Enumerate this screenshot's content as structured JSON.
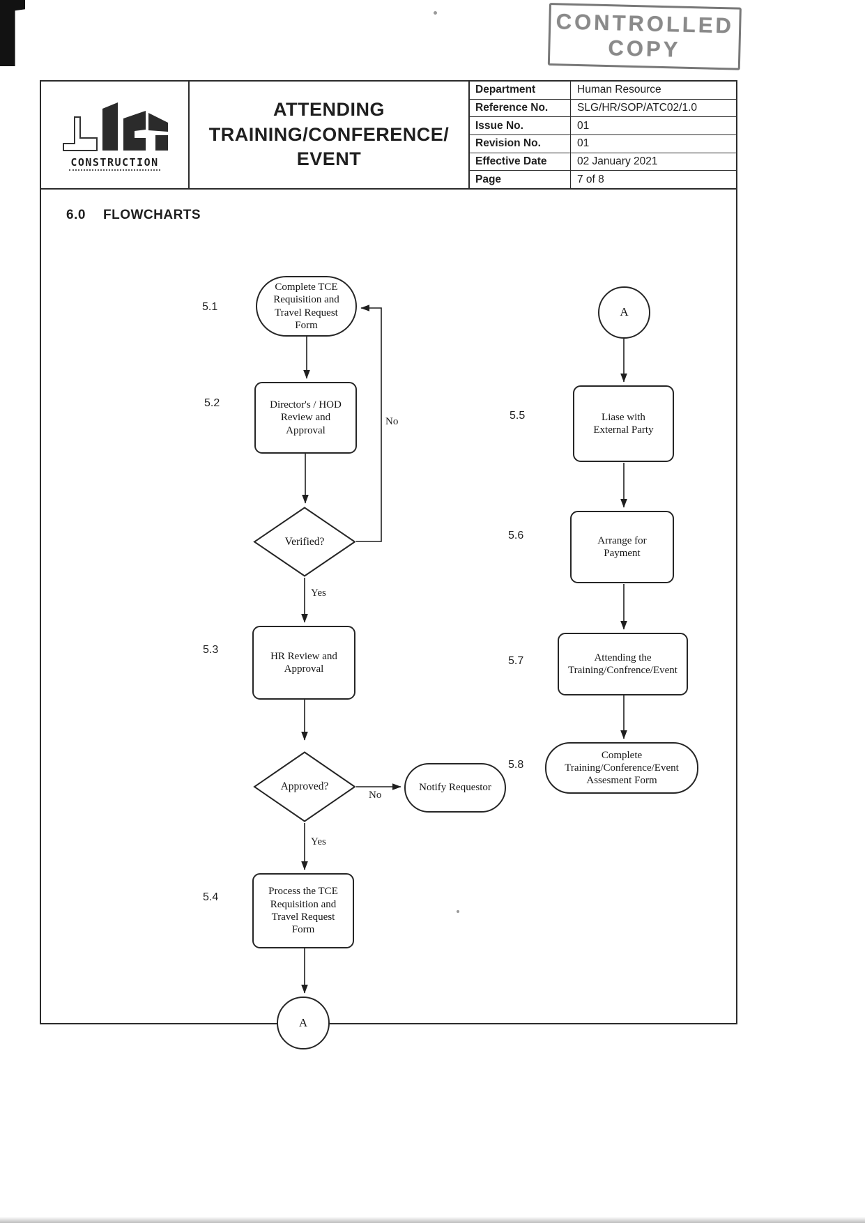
{
  "stamp": {
    "line1": "CONTROLLED",
    "line2": "COPY"
  },
  "header": {
    "logo_word": "CONSTRUCTION",
    "title_lines": [
      "ATTENDING",
      "TRAINING/CONFERENCE/",
      "EVENT"
    ],
    "meta": [
      {
        "label": "Department",
        "value": "Human Resource"
      },
      {
        "label": "Reference No.",
        "value": "SLG/HR/SOP/ATC02/1.0"
      },
      {
        "label": "Issue No.",
        "value": "01"
      },
      {
        "label": "Revision No.",
        "value": "01"
      },
      {
        "label": "Effective Date",
        "value": "02 January 2021"
      },
      {
        "label": "Page",
        "value": "7 of 8"
      }
    ]
  },
  "section": {
    "number": "6.0",
    "heading": "FLOWCHARTS"
  },
  "flowchart": {
    "nodes": {
      "n51": {
        "step": "5.1",
        "text": "Complete TCE\nRequisition and\nTravel Request\nForm"
      },
      "n52": {
        "step": "5.2",
        "text": "Director's / HOD\nReview and\nApproval"
      },
      "d_verified": {
        "text": "Verified?"
      },
      "n53": {
        "step": "5.3",
        "text": "HR Review and\nApproval"
      },
      "d_approved": {
        "text": "Approved?"
      },
      "notify": {
        "text": "Notify Requestor"
      },
      "n54": {
        "step": "5.4",
        "text": "Process the TCE\nRequisition and\nTravel Request\nForm"
      },
      "connector_bottom": {
        "text": "A"
      },
      "connector_top": {
        "text": "A"
      },
      "n55": {
        "step": "5.5",
        "text": "Liase with\nExternal Party"
      },
      "n56": {
        "step": "5.6",
        "text": "Arrange for\nPayment"
      },
      "n57": {
        "step": "5.7",
        "text": "Attending the\nTraining/Confrence/Event"
      },
      "n58": {
        "step": "5.8",
        "text": "Complete\nTraining/Conference/Event\nAssesment Form"
      }
    },
    "edge_labels": {
      "verified_no": "No",
      "verified_yes": "Yes",
      "approved_no": "No",
      "approved_yes": "Yes"
    }
  },
  "colors": {
    "ink": "#1f1f1f",
    "border": "#2b2b2b",
    "stamp_gray": "#8a8a8a"
  }
}
